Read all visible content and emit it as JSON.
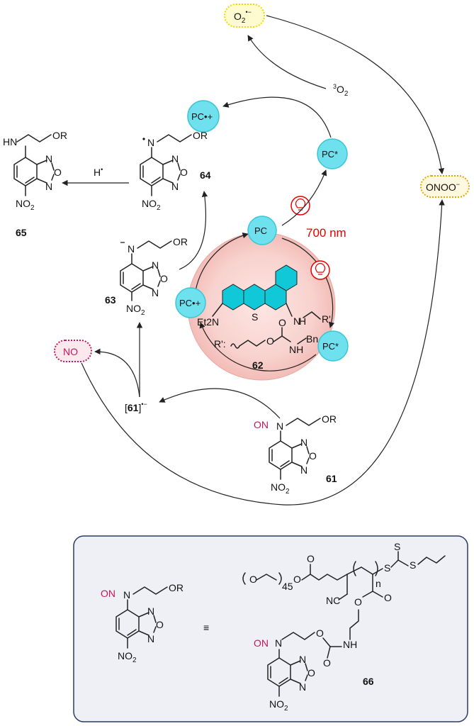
{
  "species": {
    "superoxide": "O2•−",
    "triplet_oxygen": "3O2",
    "peroxynitrite": "ONOO−",
    "nitric_oxide": "NO",
    "radical_anion": "[61]•−",
    "h_radical": "H•"
  },
  "photocatalyst": {
    "pc": "PC",
    "pc_excited": "PC*",
    "pc_radical_cation": "PC•+",
    "wavelength": "700 nm"
  },
  "compounds": {
    "c61": "61",
    "c62": "62",
    "c63": "63",
    "c64": "64",
    "c65": "65",
    "c66": "66"
  },
  "atoms": {
    "OR": "OR",
    "ON": "ON",
    "N": "N",
    "O": "O",
    "HN": "HN",
    "NO2": "NO2",
    "S": "S",
    "NC": "NC",
    "NH": "NH",
    "H": "H",
    "Et2N": "Et2N",
    "R_prime": "R'",
    "R_colon": "R':",
    "Bn": "Bn",
    "n45": "45",
    "n": "n",
    "equiv": "≡"
  },
  "colors": {
    "pc_fill": "#6fe0ee",
    "nucleus_glow": "#f6c3c0",
    "light_red": "#e60000",
    "no_magenta": "#c2185b",
    "superoxide_yellow": "#f5d800",
    "peroxynitrite_orange": "#e6a600",
    "phenothiazine_cyan": "#10c8d8",
    "inset_bg": "#eef0f6",
    "inset_border": "#2b3a67"
  }
}
